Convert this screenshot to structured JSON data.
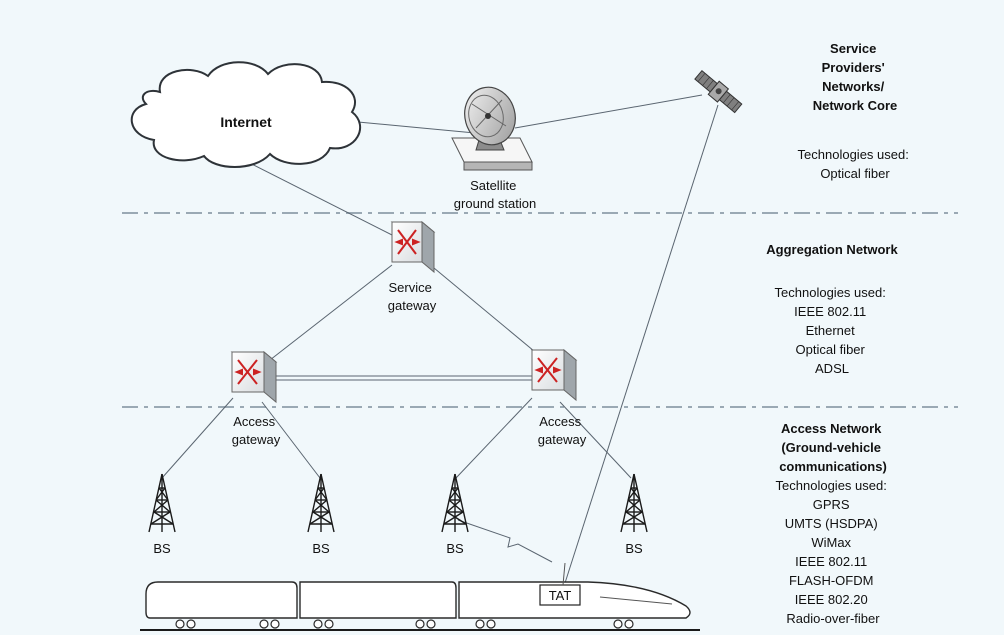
{
  "background_color": "#f1f8fb",
  "labels": {
    "internet": "Internet",
    "satellite_ground_station": [
      "Satellite",
      "ground station"
    ],
    "service_gateway": [
      "Service",
      "gateway"
    ],
    "access_gateway_left": [
      "Access",
      "gateway"
    ],
    "access_gateway_right": [
      "Access",
      "gateway"
    ],
    "bs": [
      "BS",
      "BS",
      "BS",
      "BS"
    ],
    "tat": "TAT"
  },
  "layers": {
    "core": {
      "title": [
        "Service",
        "Providers'",
        "Networks/",
        "Network Core"
      ],
      "tech_heading": "Technologies used:",
      "tech": [
        "Optical fiber"
      ]
    },
    "aggregation": {
      "title": [
        "Aggregation Network"
      ],
      "tech_heading": "Technologies used:",
      "tech": [
        "IEEE 802.11",
        "Ethernet",
        "Optical fiber",
        "ADSL"
      ]
    },
    "access": {
      "title": [
        "Access Network",
        "(Ground-vehicle",
        "communications)"
      ],
      "tech_heading": "Technologies used:",
      "tech": [
        "GPRS",
        "UMTS (HSDPA)",
        "WiMax",
        "IEEE 802.11",
        "FLASH-OFDM",
        "IEEE 802.20",
        "Radio-over-fiber"
      ]
    }
  }
}
